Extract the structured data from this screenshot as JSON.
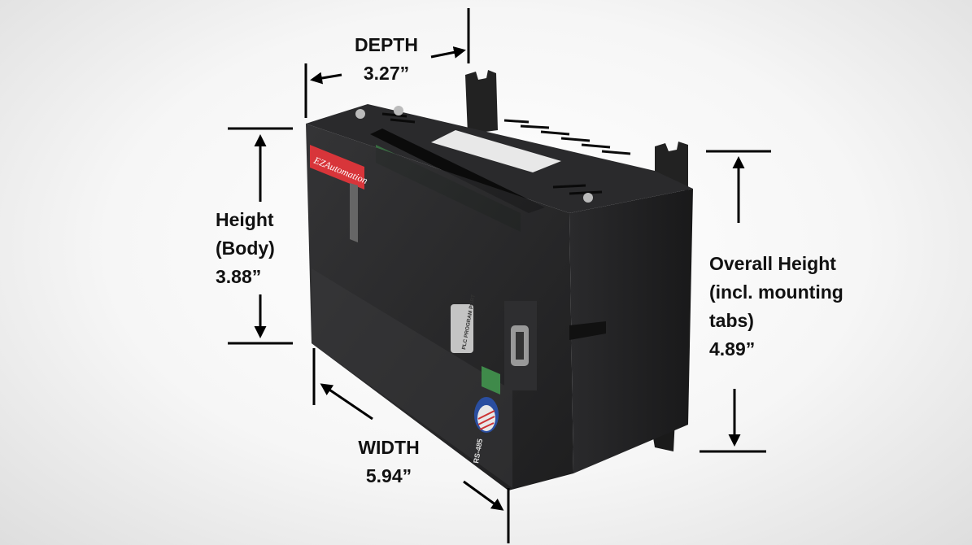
{
  "device": {
    "brand": "EZAutomation",
    "port_label": "PLC PROGRAM PORT",
    "port_name": "RS-485",
    "seal": "Made in USA"
  },
  "dimensions": {
    "depth": {
      "label": "DEPTH",
      "value": "3.27”"
    },
    "height_body": {
      "label_line1": "Height",
      "label_line2": "(Body)",
      "value": "3.88”"
    },
    "overall_height": {
      "label_line1": "Overall Height",
      "label_line2": "(incl. mounting",
      "label_line3": "tabs)",
      "value": "4.89”"
    },
    "width": {
      "label": "WIDTH",
      "value": "5.94”"
    }
  },
  "colors": {
    "body": "#1e1e20",
    "brand_red": "#d8353a",
    "terminal_green": "#3f8a4a"
  }
}
